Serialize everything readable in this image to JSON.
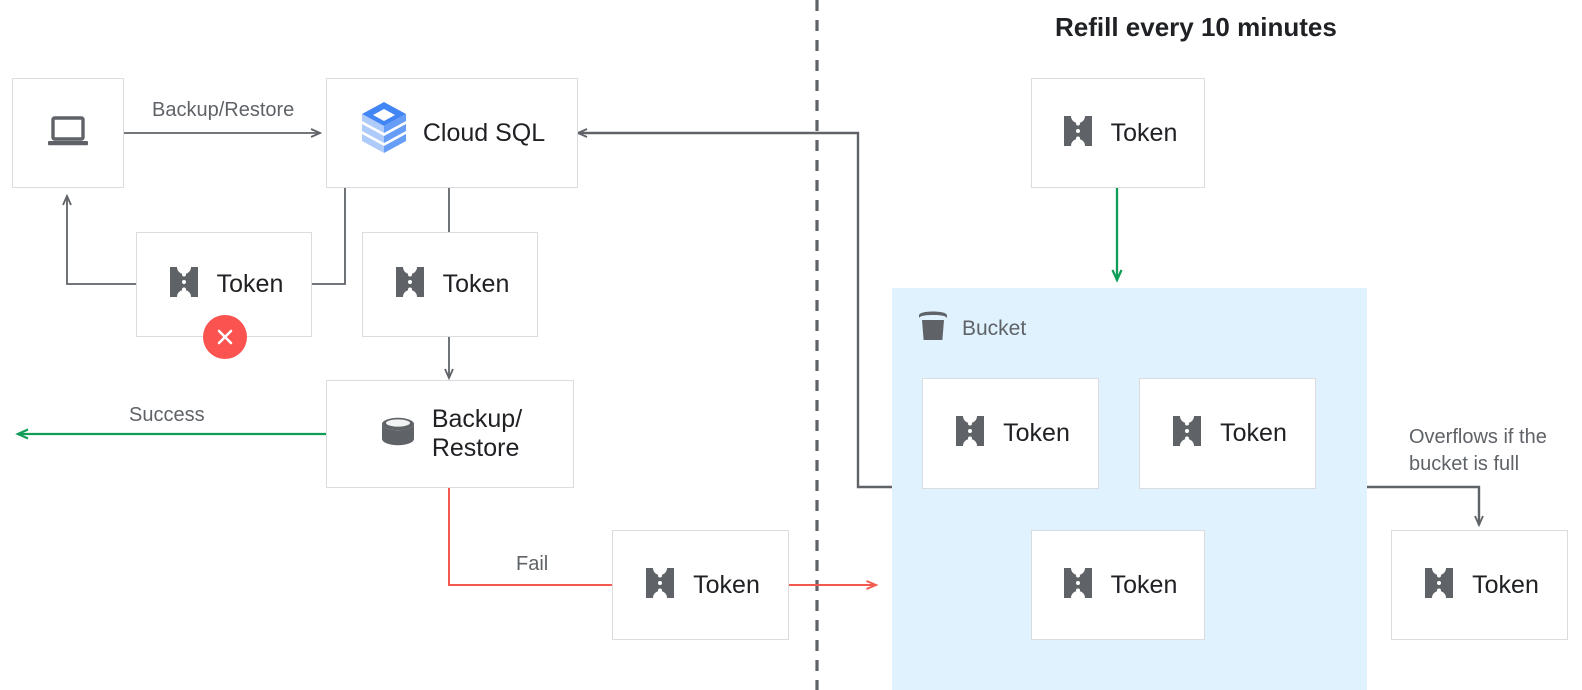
{
  "headline": "Refill every 10 minutes",
  "colors": {
    "node_border": "#dadce0",
    "node_text": "#202124",
    "label_text": "#5f6368",
    "wire_gray": "#5f6368",
    "wire_green": "#0f9d58",
    "wire_red": "#f4594f",
    "bucket_fill": "#dff2fd",
    "fail_badge": "#fa5350",
    "cloudsql_blue_dark": "#4285f4",
    "cloudsql_blue_mid": "#669df6",
    "cloudsql_blue_light": "#aecbfa"
  },
  "nodes": {
    "client": {
      "label": "",
      "icon": "laptop-icon"
    },
    "cloud_sql": {
      "label": "Cloud SQL",
      "icon": "cloud-sql-logo"
    },
    "token_rejected": {
      "label": "Token",
      "icon": "token-icon",
      "badge": "x-mark-icon"
    },
    "token_consumed": {
      "label": "Token",
      "icon": "token-icon"
    },
    "backup_restore": {
      "label": "Backup/\nRestore",
      "icon": "database-icon"
    },
    "token_fail": {
      "label": "Token",
      "icon": "token-icon"
    },
    "token_refill": {
      "label": "Token",
      "icon": "token-icon"
    },
    "token_bucket_1": {
      "label": "Token",
      "icon": "token-icon"
    },
    "token_bucket_2": {
      "label": "Token",
      "icon": "token-icon"
    },
    "token_bucket_3": {
      "label": "Token",
      "icon": "token-icon"
    },
    "token_overflow": {
      "label": "Token",
      "icon": "token-icon"
    }
  },
  "bucket": {
    "title": "Bucket",
    "icon": "bucket-icon"
  },
  "edges": {
    "backup_restore_label": "Backup/Restore",
    "success_label": "Success",
    "fail_label": "Fail",
    "overflow_label": "Overflows if the\nbucket is full"
  }
}
